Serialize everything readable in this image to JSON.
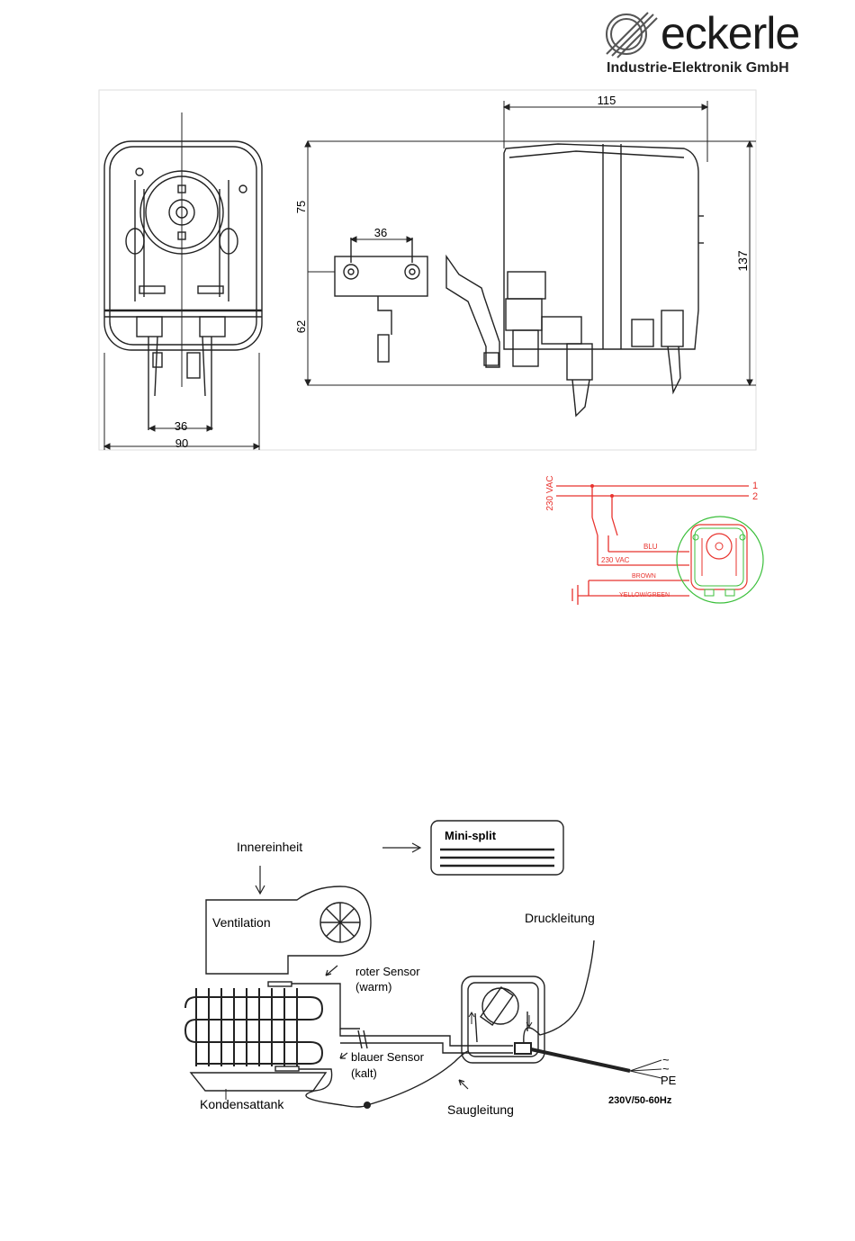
{
  "header": {
    "brand": "eckerle",
    "subtitle": "Industrie-Elektronik GmbH"
  },
  "drawing": {
    "dim_36_front": "36",
    "dim_90": "90",
    "dim_115": "115",
    "dim_75": "75",
    "dim_62": "62",
    "dim_137": "137",
    "dim_36_bracket": "36"
  },
  "wiring": {
    "supply_label": "230 VAC",
    "line1": "1",
    "line2": "2",
    "blu": "BLU",
    "vac": "230 VAC",
    "brown": "BROWN",
    "yellow_green": "YELLOW/GREEN",
    "wire_color": "#e8332e",
    "pump_outline_color": "#3bbf3b"
  },
  "installation": {
    "innereinheit": "Innereinheit",
    "mini_split": "Mini-split",
    "ventilation": "Ventilation",
    "druckleitung": "Druckleitung",
    "roter_sensor": "roter Sensor",
    "roter_sensor_sub": "(warm)",
    "blauer_sensor": "blauer Sensor",
    "blauer_sensor_sub": "(kalt)",
    "kondensattank": "Kondensattank",
    "saugleitung": "Saugleitung",
    "pe": "PE",
    "power": "230V/50-60Hz"
  }
}
